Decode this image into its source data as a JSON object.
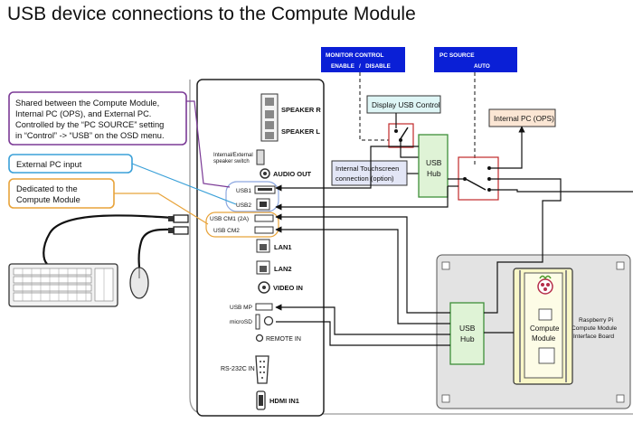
{
  "title": "USB device connections to the Compute Module",
  "callouts": {
    "shared": [
      "Shared between the Compute Module,",
      "Internal PC (OPS), and External PC.",
      "Controlled by the “PC SOURCE” setting",
      "in “Control” -> “USB” on the OSD menu."
    ],
    "external": "External PC input",
    "dedicated": [
      "Dedicated to the",
      "Compute Module"
    ]
  },
  "monitor_control": {
    "heading": "MONITOR CONTROL",
    "options": "ENABLE   /   DISABLE"
  },
  "pc_source": {
    "heading": "PC SOURCE",
    "value": "AUTO"
  },
  "boxes": {
    "display_usb_control": "Display USB Control",
    "internal_pc": "Internal PC (OPS)",
    "touchscreen": [
      "Internal Touchscreen",
      "connection (option)"
    ],
    "usb_hub_top": [
      "USB",
      "Hub"
    ],
    "usb_hub_bottom": [
      "USB",
      "Hub"
    ],
    "compute_module": [
      "Compute",
      "Module"
    ],
    "interface_board": [
      "Raspberry Pi",
      "Compute Module",
      "Interface Board"
    ]
  },
  "panel_labels": {
    "speaker_r": "SPEAKER R",
    "speaker_l": "SPEAKER L",
    "speaker_switch": [
      "Internal/External",
      "speaker switch"
    ],
    "audio_out": "AUDIO OUT",
    "usb1": "USB1",
    "usb2": "USB2",
    "usb_cm1": "USB CM1 (2A)",
    "usb_cm2": "USB CM2",
    "lan1": "LAN1",
    "lan2": "LAN2",
    "video_in": "VIDEO IN",
    "usb_mp": "USB MP",
    "microsd": "microSD",
    "remote_in": "REMOTE IN",
    "rs232c": "RS-232C IN",
    "hdmi": "HDMI IN1"
  },
  "colors": {
    "callout_purple": "#7b3a96",
    "callout_blue": "#3aa0d8",
    "callout_orange": "#e8a33a",
    "header_blue": "#0a1fd6",
    "hub_green_fill": "#dff3d6",
    "hub_green_stroke": "#3f8f3a",
    "display_fill": "#dff6f6",
    "ops_fill": "#fbe6d4",
    "touch_fill": "#e3e6f6",
    "switch_red": "#c0282a",
    "board_gray": "#e3e3e3",
    "module_yellow": "#f9f7c8"
  }
}
